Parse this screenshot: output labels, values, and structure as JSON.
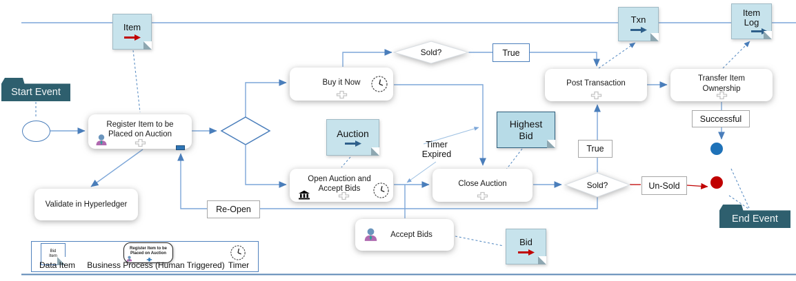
{
  "diagram": {
    "banners": {
      "start": "Start Event",
      "end": "End Event"
    },
    "tasks": {
      "register": "Register Item to be Placed on Auction",
      "validate": "Validate in Hyperledger",
      "buy_now": "Buy it Now",
      "open_auction": "Open Auction and Accept Bids",
      "close_auction": "Close Auction",
      "accept_bids": "Accept Bids",
      "post_transaction": "Post Transaction",
      "transfer_ownership": "Transfer Item Ownership"
    },
    "gateways": {
      "sold_top": "Sold?",
      "sold_right": "Sold?"
    },
    "flow_labels": {
      "true_top": "True",
      "true_right": "True",
      "unsold": "Un-Sold",
      "reopen": "Re-Open",
      "successful": "Successful",
      "timer_expired": "Timer Expired"
    },
    "data_notes": {
      "item": "Item",
      "txn": "Txn",
      "item_log": "Item Log",
      "auction": "Auction",
      "highest_bid": "Highest Bid",
      "bid": "Bid"
    }
  },
  "legend": {
    "data_item_sample": "Bid Item",
    "data_item_label": "Data Item",
    "business_process_sample": "Register Item to be Placed on Auction",
    "business_process_label": "Business Process (Human Triggered)",
    "timer_label": "Timer"
  },
  "colors": {
    "note_fill": "#c7e3ec",
    "note_fill_dark": "#b7dbe7",
    "banner_fill": "#2e5f6e",
    "flow_line": "#7ca6d8",
    "arrowhead": "#4a7ebb",
    "unsold_red": "#c00000",
    "end_success_blue": "#1f72b8",
    "anchor_blue": "#2e75b6"
  }
}
